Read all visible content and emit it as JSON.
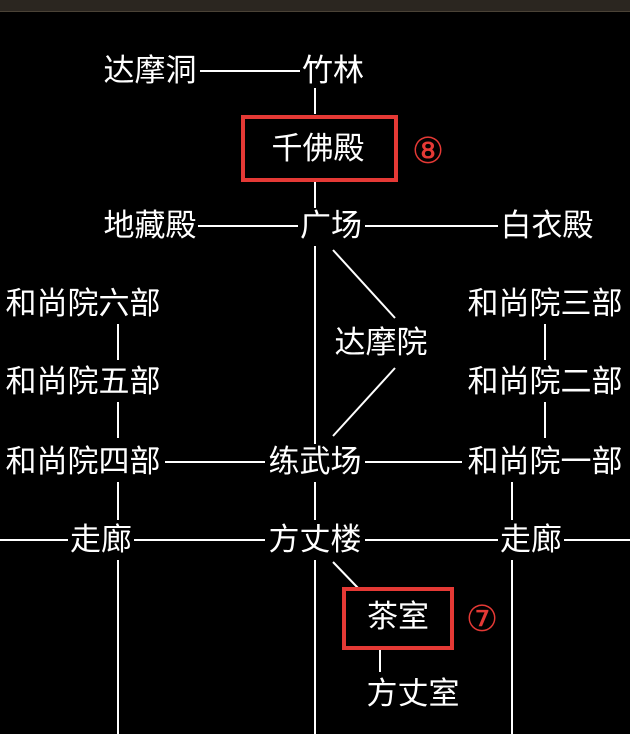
{
  "map": {
    "rooms": {
      "damodong": "达摩洞",
      "zhulin": "竹林",
      "qianfodian": "千佛殿",
      "dizangdian": "地藏殿",
      "guangchang": "广场",
      "baiyidian": "白衣殿",
      "heshangyuan6": "和尚院六部",
      "damoyuan": "达摩院",
      "heshangyuan3": "和尚院三部",
      "heshangyuan5": "和尚院五部",
      "heshangyuan2": "和尚院二部",
      "heshangyuan4": "和尚院四部",
      "lianwuchang": "练武场",
      "heshangyuan1": "和尚院一部",
      "zoulang_left": "走廊",
      "fangzhanglou": "方丈楼",
      "zoulang_right": "走廊",
      "chashi": "茶室",
      "fangzhangshi": "方丈室"
    },
    "markers": {
      "qianfodian_marker": "⑧",
      "chashi_marker": "⑦"
    },
    "colors": {
      "background": "#000000",
      "text": "#ffffff",
      "connector": "#ffffff",
      "highlight": "#e53935"
    }
  }
}
